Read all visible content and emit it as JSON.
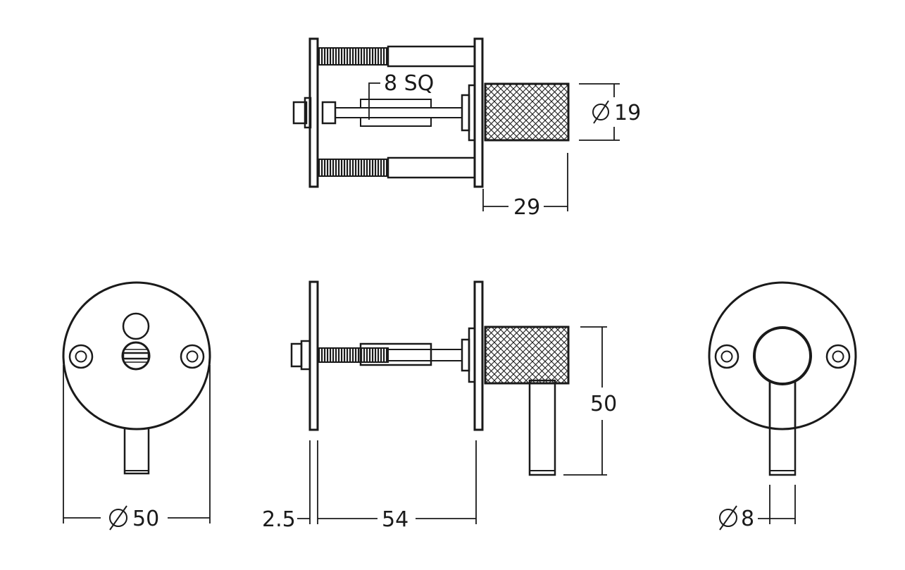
{
  "drawing": {
    "diameter_symbol": "⌀",
    "labels": {
      "square_spindle": "8 SQ",
      "knob_diameter": "19",
      "knob_projection": "29",
      "rose_diameter": "50",
      "rose_thickness": "2.5",
      "door_span": "54",
      "lever_height": "50",
      "lever_diameter": "8"
    }
  },
  "colors": {
    "line": "#1a1a1a",
    "background": "#ffffff"
  }
}
